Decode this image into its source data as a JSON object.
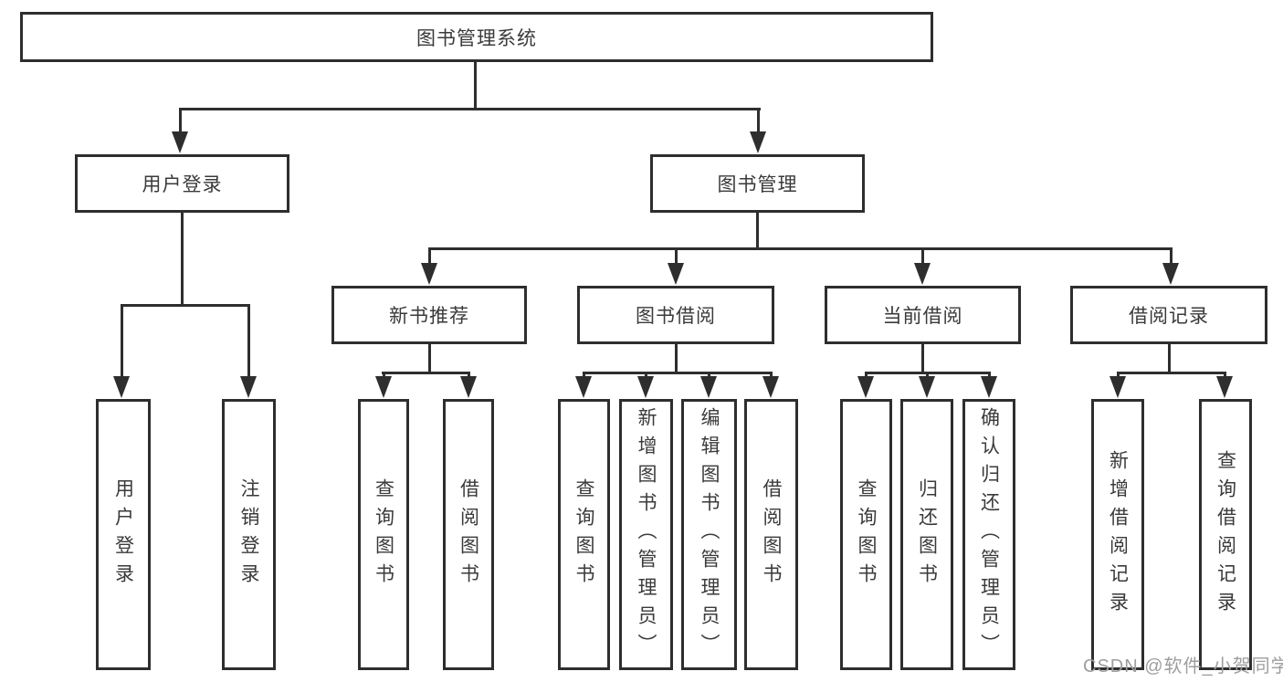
{
  "tree": {
    "root": {
      "label": "图书管理系统"
    },
    "branches": [
      {
        "label": "用户登录",
        "children": [
          {
            "label": "用户登录"
          },
          {
            "label": "注销登录"
          }
        ]
      },
      {
        "label": "图书管理",
        "sections": [
          {
            "label": "新书推荐",
            "children": [
              {
                "label": "查询图书"
              },
              {
                "label": "借阅图书"
              }
            ]
          },
          {
            "label": "图书借阅",
            "children": [
              {
                "label": "查询图书"
              },
              {
                "label": "新增图书（管理员）"
              },
              {
                "label": "编辑图书（管理员）"
              },
              {
                "label": "借阅图书"
              }
            ]
          },
          {
            "label": "当前借阅",
            "children": [
              {
                "label": "查询图书"
              },
              {
                "label": "归还图书"
              },
              {
                "label": "确认归还（管理员）"
              }
            ]
          },
          {
            "label": "借阅记录",
            "children": [
              {
                "label": "新增借阅记录"
              },
              {
                "label": "查询借阅记录"
              }
            ]
          }
        ]
      }
    ]
  },
  "watermark": "CSDN @软件_小贺同学",
  "colors": {
    "line": "#2e2e2e",
    "text": "#3a3a3a",
    "watermark": "#9e9e9e",
    "background": "#ffffff"
  }
}
